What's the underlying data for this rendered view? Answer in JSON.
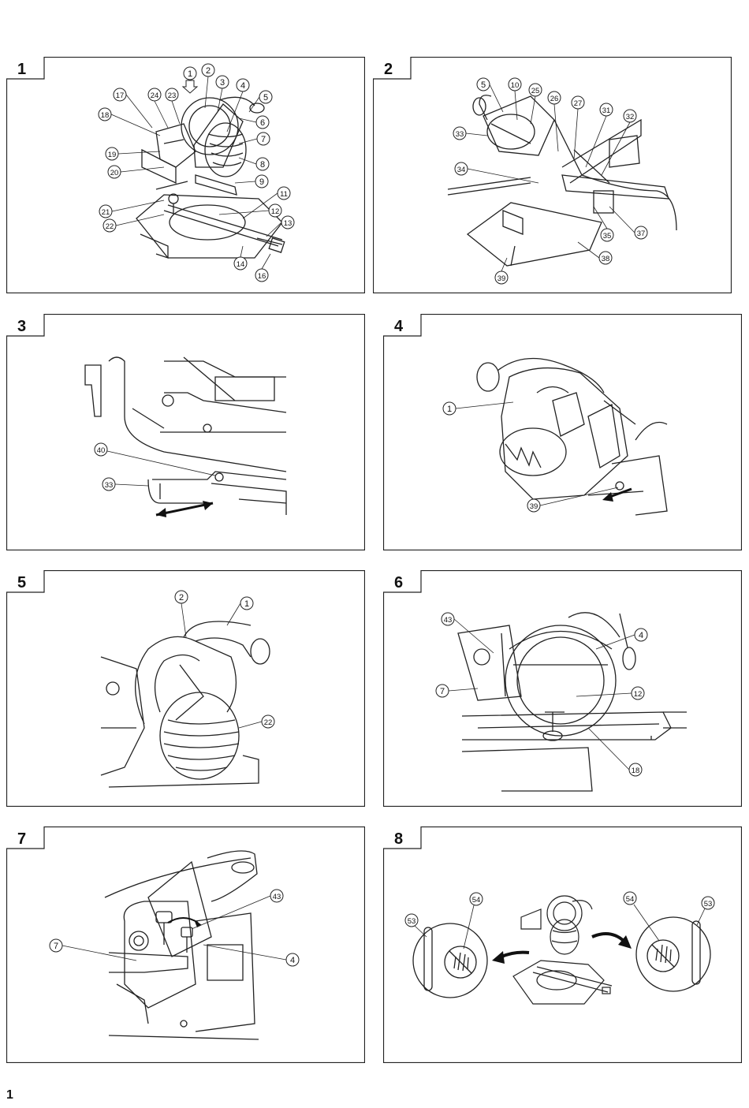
{
  "page_number": "1",
  "figures": [
    {
      "id": "fig-1",
      "label": "1",
      "callouts": [
        "1",
        "2",
        "3",
        "4",
        "5",
        "6",
        "7",
        "8",
        "9",
        "11",
        "12",
        "13",
        "14",
        "16",
        "17",
        "18",
        "19",
        "20",
        "21",
        "22",
        "23",
        "24"
      ]
    },
    {
      "id": "fig-2",
      "label": "2",
      "callouts": [
        "5",
        "10",
        "25",
        "26",
        "27",
        "31",
        "32",
        "33",
        "34",
        "35",
        "37",
        "38",
        "39"
      ]
    },
    {
      "id": "fig-3",
      "label": "3",
      "callouts": [
        "40",
        "33"
      ]
    },
    {
      "id": "fig-4",
      "label": "4",
      "callouts": [
        "1",
        "39"
      ]
    },
    {
      "id": "fig-5",
      "label": "5",
      "callouts": [
        "2",
        "1",
        "22"
      ]
    },
    {
      "id": "fig-6",
      "label": "6",
      "callouts": [
        "43",
        "4",
        "7",
        "12",
        "18"
      ]
    },
    {
      "id": "fig-7",
      "label": "7",
      "callouts": [
        "43",
        "7",
        "4"
      ]
    },
    {
      "id": "fig-8",
      "label": "8",
      "callouts": [
        "53",
        "54",
        "54",
        "53"
      ]
    }
  ]
}
